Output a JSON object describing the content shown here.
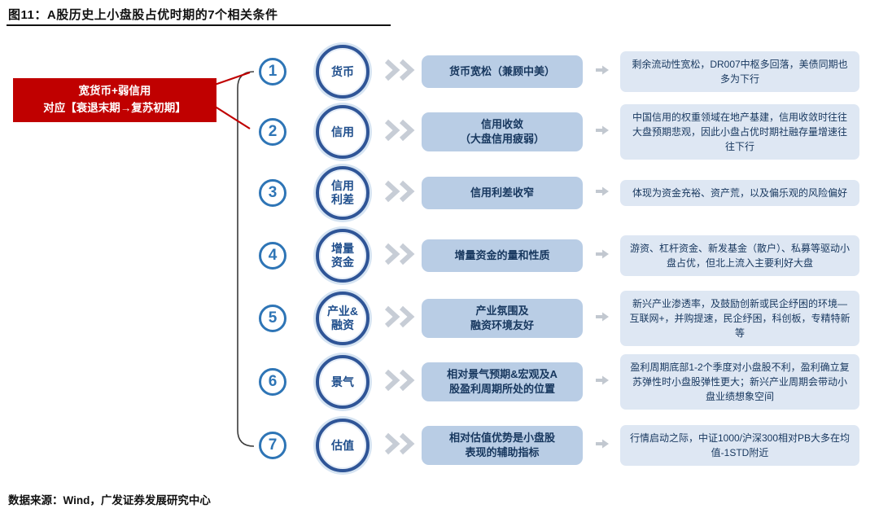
{
  "title": "图11：A股历史上小盘股占优时期的7个相关条件",
  "source": "数据来源：Wind，广发证券发展研究中心",
  "callout": {
    "line1": "宽货币+弱信用",
    "line2": "对应【衰退末期→复苏初期】"
  },
  "rows": [
    {
      "num": "1",
      "badge": "货币",
      "mid": "货币宽松（兼顾中美）",
      "detail": "剩余流动性宽松，DR007中枢多回落，美债同期也多为下行"
    },
    {
      "num": "2",
      "badge": "信用",
      "mid": "信用收敛\n（大盘信用疲弱）",
      "detail": "中国信用的权重领域在地产基建，信用收敛时往往大盘预期悲观，因此小盘占优时期社融存量增速往往下行"
    },
    {
      "num": "3",
      "badge": "信用\n利差",
      "mid": "信用利差收窄",
      "detail": "体现为资金充裕、资产荒，以及偏乐观的风险偏好"
    },
    {
      "num": "4",
      "badge": "增量\n资金",
      "mid": "增量资金的量和性质",
      "detail": "游资、杠杆资金、新发基金（散户）、私募等驱动小盘占优，但北上流入主要利好大盘"
    },
    {
      "num": "5",
      "badge": "产业&\n融资",
      "mid": "产业氛围及\n融资环境友好",
      "detail": "新兴产业渗透率，及鼓励创新或民企纾困的环境—互联网+，并购提速，民企纾困，科创板，专精特新等"
    },
    {
      "num": "6",
      "badge": "景气",
      "mid": "相对景气预期&宏观及A\n股盈利周期所处的位置",
      "detail": "盈利周期底部1-2个季度对小盘股不利，盈利确立复苏弹性时小盘股弹性更大；新兴产业周期会带动小盘业绩想象空间"
    },
    {
      "num": "7",
      "badge": "估值",
      "mid": "相对估值优势是小盘股\n表现的辅助指标",
      "detail": "行情启动之际，中证1000/沪深300相对PB大多在均值-1STD附近"
    }
  ],
  "colors": {
    "accent_red": "#C00000",
    "badge_ring_blue": "#2F5597",
    "number_blue": "#2E75B6",
    "mid_box_blue": "#B9CDE5",
    "detail_box_blue": "#DEE7F3",
    "text_navy": "#17375E"
  }
}
